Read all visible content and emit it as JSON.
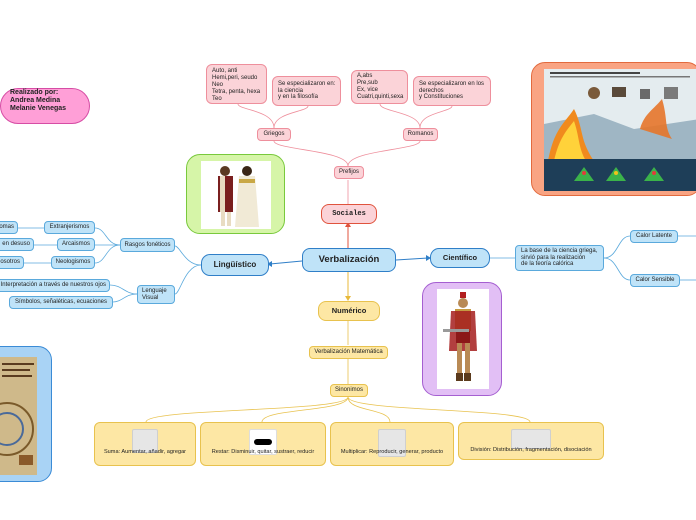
{
  "center": {
    "label": "Verbalización"
  },
  "author": {
    "line1": "Realizado por:",
    "line2": "Andrea Medina",
    "line3": "Melanie Venegas"
  },
  "sociales": {
    "label": "Sociales",
    "prefijos": "Prefijos",
    "griegos": "Griegos",
    "romanos": "Romanos",
    "griegos_list": "Auto, anti\nHemi,peri, seudo\nNeo\nTetra, penta, hexa\nTeo",
    "griegos_note": "Se especializaron en:\nla ciencia\ny en la filosofía",
    "romanos_list": "A,abs\nPre,sub\nEx, vice\nCuatri,quinti,sexa",
    "romanos_note": "Se especializaron en los\nderechos\ny Constituciones"
  },
  "linguistico": {
    "label": "Lingüístico",
    "rasgos": "Rasgos fonéticos",
    "lenguaje": "Lenguaje\nVisual",
    "extranjerismos": "Extranjerismos",
    "arcaismos": "Arcaismos",
    "neologismos": "Neologismos",
    "idiomas": "idiomas",
    "desuso": "en desuso",
    "nosotros": "nosotros",
    "interpretacion": "Interpretación a través de nuestros ojos",
    "simbolos": "Símbolos, señaléticas, ecuaciones"
  },
  "cientifico": {
    "label": "Científico",
    "base": "La base de la ciencia griega,\nsirvió para la realización\nde la teoría calórica",
    "latente": "Calor Latente",
    "sensible": "Calor Sensible"
  },
  "numerico": {
    "label": "Numérico",
    "verbalizacion": "Verbalización Matemática",
    "sinonimos": "Sinonimos",
    "cards": [
      "Suma: Aumentar, añadir, agregar",
      "Restar: Disminuir, quitar, sustraer, reducir",
      "Multiplicar: Reproducir, generar, producto",
      "División: Distribución, fragmentación, disociación"
    ]
  },
  "colors": {
    "pink": "#fbd3d8",
    "pink_border": "#ee8f9c",
    "blue": "#bfe3f8",
    "blue_border": "#5aa9dc",
    "yellow": "#fde7a4",
    "yellow_border": "#e8c24e",
    "green_frame": "#d6f5a8",
    "purple_frame": "#e2bff5",
    "salmon_frame": "#f9a483",
    "author": "#ff9fd7"
  }
}
